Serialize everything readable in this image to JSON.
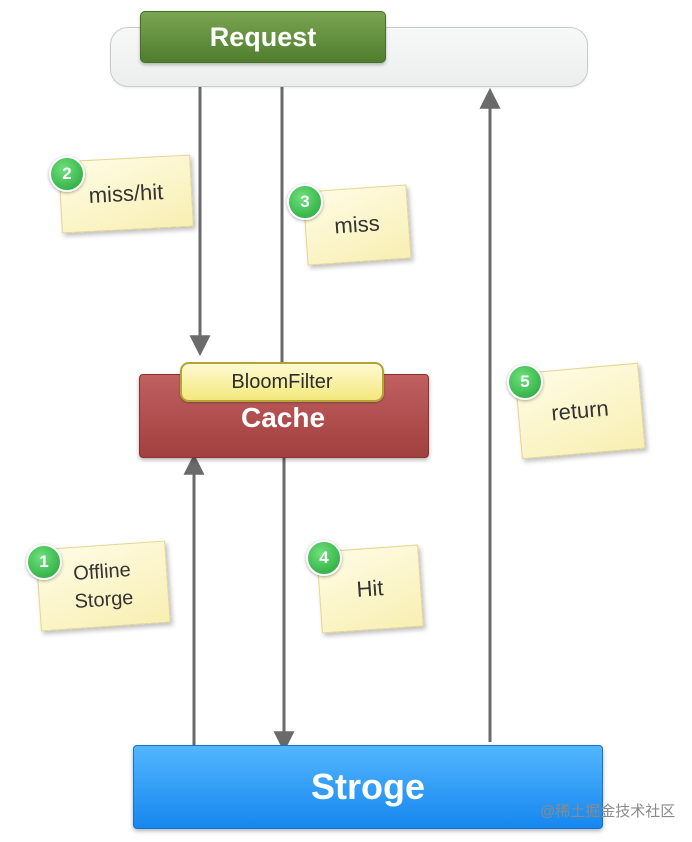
{
  "request": {
    "label": "Request"
  },
  "cache": {
    "label": "Cache",
    "filter_label": "BloomFilter"
  },
  "storage": {
    "label": "Stroge"
  },
  "steps": [
    {
      "number": "1",
      "label": "Offline\nStorge"
    },
    {
      "number": "2",
      "label": "miss/hit"
    },
    {
      "number": "3",
      "label": "miss"
    },
    {
      "number": "4",
      "label": "Hit"
    },
    {
      "number": "5",
      "label": "return"
    }
  ],
  "watermark": "@稀土掘金技术社区",
  "colors": {
    "request": "#5f8f3a",
    "cache": "#b04d4d",
    "bloom_filter": "#f6ee9a",
    "storage": "#2b9cf8",
    "note": "#faf2bd",
    "badge": "#34b349",
    "arrow": "#6a6a6a"
  }
}
